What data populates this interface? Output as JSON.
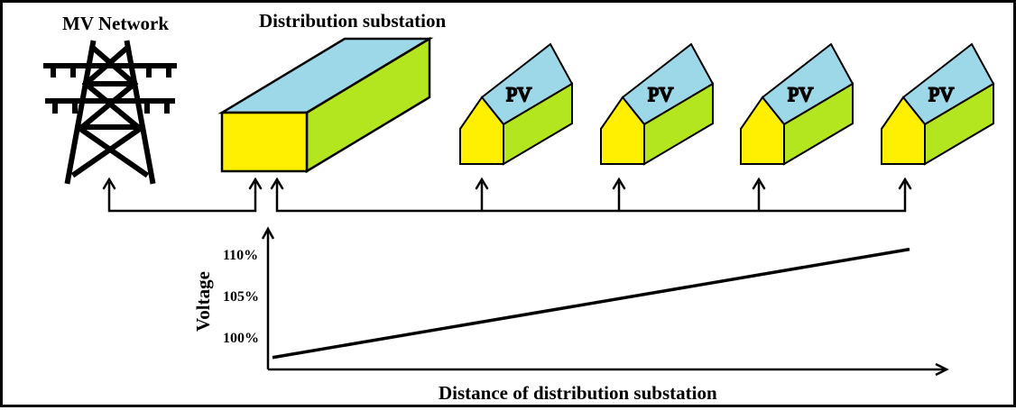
{
  "labels": {
    "mv_network": "MV Network",
    "substation": "Distribution substation",
    "pv": "PV"
  },
  "houses": [
    {
      "label": "PV"
    },
    {
      "label": "PV"
    },
    {
      "label": "PV"
    },
    {
      "label": "PV"
    }
  ],
  "colors": {
    "roof": "#9dd8e8",
    "wall_green": "#b3e61e",
    "front_yellow": "#ffef00",
    "stroke": "#000000"
  },
  "chart_data": {
    "type": "line",
    "ylabel": "Voltage",
    "xlabel": "Distance of distribution substation",
    "yticks": [
      "110%",
      "105%",
      "100%"
    ],
    "series": [
      {
        "x": [
          0,
          1
        ],
        "y": [
          97.5,
          110.7
        ]
      }
    ]
  }
}
